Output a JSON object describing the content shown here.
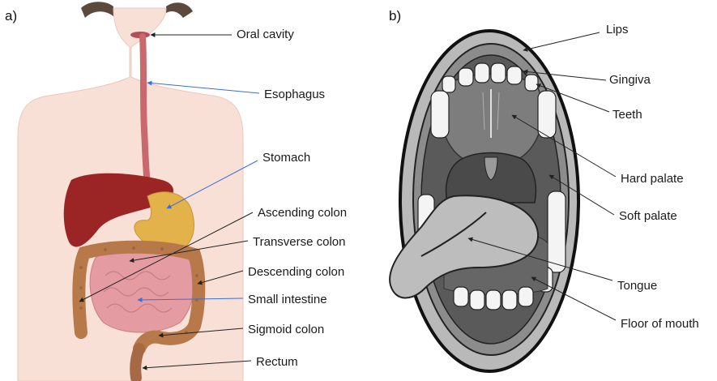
{
  "panel_a": {
    "tag": "a)",
    "labels": {
      "oral_cavity": "Oral cavity",
      "esophagus": "Esophagus",
      "stomach": "Stomach",
      "ascending_colon": "Ascending colon",
      "transverse_colon": "Transverse colon",
      "descending_colon": "Descending colon",
      "small_intestine": "Small intestine",
      "sigmoid_colon": "Sigmoid colon",
      "rectum": "Rectum"
    }
  },
  "panel_b": {
    "tag": "b)",
    "labels": {
      "lips": "Lips",
      "gingiva": "Gingiva",
      "teeth": "Teeth",
      "hard_palate": "Hard palate",
      "soft_palate": "Soft palate",
      "tongue": "Tongue",
      "floor_of_mouth": "Floor of mouth"
    }
  },
  "colors": {
    "skin": "#f9e0d6",
    "esophagus": "#c9686d",
    "liver": "#9b2425",
    "stomach": "#e3b24a",
    "colon": "#b8794a",
    "small_intestine": "#e59ba2",
    "rectum": "#a56a45",
    "leader_black": "#222222",
    "leader_blue": "#3a6fd8",
    "mouth_dark": "#333333",
    "mouth_mid": "#8a8a8a",
    "mouth_light": "#c8c8c8"
  }
}
